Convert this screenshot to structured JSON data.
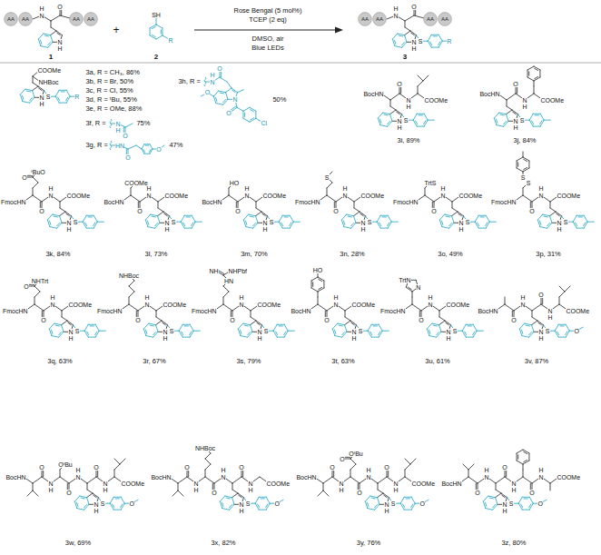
{
  "diagram": {
    "nodes": [
      {
        "text": [
          "AA"
        ]
      },
      {
        "text": [
          "AA"
        ]
      },
      {
        "text": [
          "AA"
        ]
      },
      {
        "text": [
          "AA"
        ]
      },
      {
        "text": [
          "AA"
        ]
      },
      {
        "text": [
          "AA"
        ]
      },
      {
        "text": [
          "AA"
        ]
      },
      {
        "text": [
          "AA"
        ]
      }
    ],
    "labels": [
      "H",
      "N",
      "O",
      "N",
      "H",
      "1",
      "+",
      "SH",
      "R",
      "2",
      "Rose Bengal (5 mol%)",
      "TCEP (2 eq)",
      "DMSO, air",
      "Blue LEDs",
      "H",
      "N",
      "O",
      "N",
      "H",
      "S",
      "R",
      "3",
      "COOMe",
      "NHBoc",
      "N",
      "H",
      "S",
      "R",
      "3a, R = CH₃, 86%",
      "3b, R = Br, 50%",
      "3c, R = Cl, 55%",
      "3d, R = ᵗBu, 55%",
      "3e, R = OMe, 88%",
      "3f, R =",
      "H",
      "N",
      "O",
      "75%",
      "3g, R =",
      "HN",
      "O",
      "O",
      "47%",
      "3h, R =",
      "H",
      "N",
      "O",
      "N",
      "O",
      "Cl",
      "O",
      "50%",
      "BocHN",
      "N",
      "H",
      "S",
      "O",
      "H",
      "N",
      "COOMe",
      "3i, 89%",
      "BocHN",
      "N",
      "H",
      "S",
      "O",
      "H",
      "N",
      "COOMe",
      "3j, 84%",
      "FmocHN",
      "O",
      "ᵗBuO",
      "O",
      "H",
      "N",
      "N",
      "H",
      "S",
      "COOMe",
      "3k, 84%",
      "BocHN",
      "COOMe",
      "O",
      "H",
      "N",
      "N",
      "H",
      "S",
      "COOMe",
      "3l, 73%",
      "BocHN",
      "HO",
      "O",
      "H",
      "N",
      "N",
      "H",
      "S",
      "COOMe",
      "3m, 70%",
      "FmocHN",
      "S",
      "O",
      "H",
      "N",
      "N",
      "H",
      "S",
      "COOMe",
      "3n, 28%",
      "FmocHN",
      "TrtS",
      "O",
      "H",
      "N",
      "N",
      "H",
      "S",
      "COOMe",
      "3o, 49%",
      "FmocHN",
      "S",
      "S",
      "O",
      "H",
      "N",
      "N",
      "H",
      "S",
      "COOMe",
      "3p, 31%",
      "FmocHN",
      "O",
      "NHTrt",
      "O",
      "H",
      "N",
      "N",
      "H",
      "S",
      "COOMe",
      "3q, 63%",
      "FmocHN",
      "NHBoc",
      "O",
      "H",
      "N",
      "N",
      "H",
      "S",
      "COOMe",
      "3r, 67%",
      "FmocHN",
      "HN",
      "NH",
      "NHPbf",
      "O",
      "H",
      "N",
      "N",
      "H",
      "S",
      "COOMe",
      "3s, 79%",
      "BocHN",
      "HO",
      "O",
      "H",
      "N",
      "N",
      "H",
      "S",
      "COOMe",
      "3t, 63%",
      "FmocHN",
      "TrtN",
      "N",
      "O",
      "H",
      "N",
      "N",
      "H",
      "S",
      "COOMe",
      "3u, 61%",
      "BocHN",
      "O",
      "H",
      "N",
      "N",
      "H",
      "S",
      "O",
      "O",
      "H",
      "N",
      "COOMe",
      "3v, 87%",
      "BocHN",
      "O",
      "H",
      "N",
      "OᵗBu",
      "O",
      "H",
      "N",
      "N",
      "H",
      "S",
      "O",
      "O",
      "H",
      "N",
      "COOMe",
      "3w, 69%",
      "BocHN",
      "O",
      "H",
      "N",
      "NHBoc",
      "O",
      "H",
      "N",
      "N",
      "H",
      "S",
      "O",
      "O",
      "H",
      "N",
      "COOMe",
      "3x, 82%",
      "BocHN",
      "O",
      "H",
      "N",
      "O",
      "OᵗBu",
      "O",
      "H",
      "N",
      "N",
      "H",
      "S",
      "O",
      "O",
      "H",
      "N",
      "COOMe",
      "3y, 76%",
      "BocHN",
      "O",
      "H",
      "N",
      "N",
      "H",
      "S",
      "O",
      "O",
      "H",
      "N",
      "O",
      "H",
      "N",
      "COOMe",
      "3z, 80%"
    ]
  }
}
